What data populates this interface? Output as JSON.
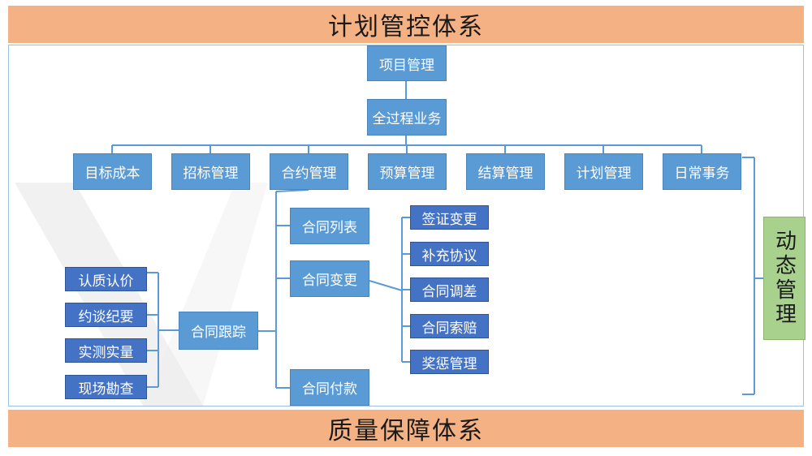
{
  "header": {
    "title": "计划管控体系"
  },
  "footer": {
    "title": "质量保障体系"
  },
  "side_label": "动态管理",
  "nodes": {
    "root": "项目管理",
    "level2": "全过程业务",
    "level3": [
      "目标成本",
      "招标管理",
      "合约管理",
      "预算管理",
      "结算管理",
      "计划管理",
      "日常事务"
    ],
    "contract": [
      "合同列表",
      "合同变更",
      "合同跟踪",
      "合同付款"
    ],
    "change": [
      "签证变更",
      "补充协议",
      "合同调差",
      "合同索赔",
      "奖惩管理"
    ],
    "tracking": [
      "认质认价",
      "约谈纪要",
      "实测实量",
      "现场勘查"
    ]
  },
  "colors": {
    "band": "#f4b183",
    "node": "#5b9bd5",
    "node_dark": "#4472c4",
    "side": "#a9d18e",
    "line": "#5b9bd5"
  }
}
